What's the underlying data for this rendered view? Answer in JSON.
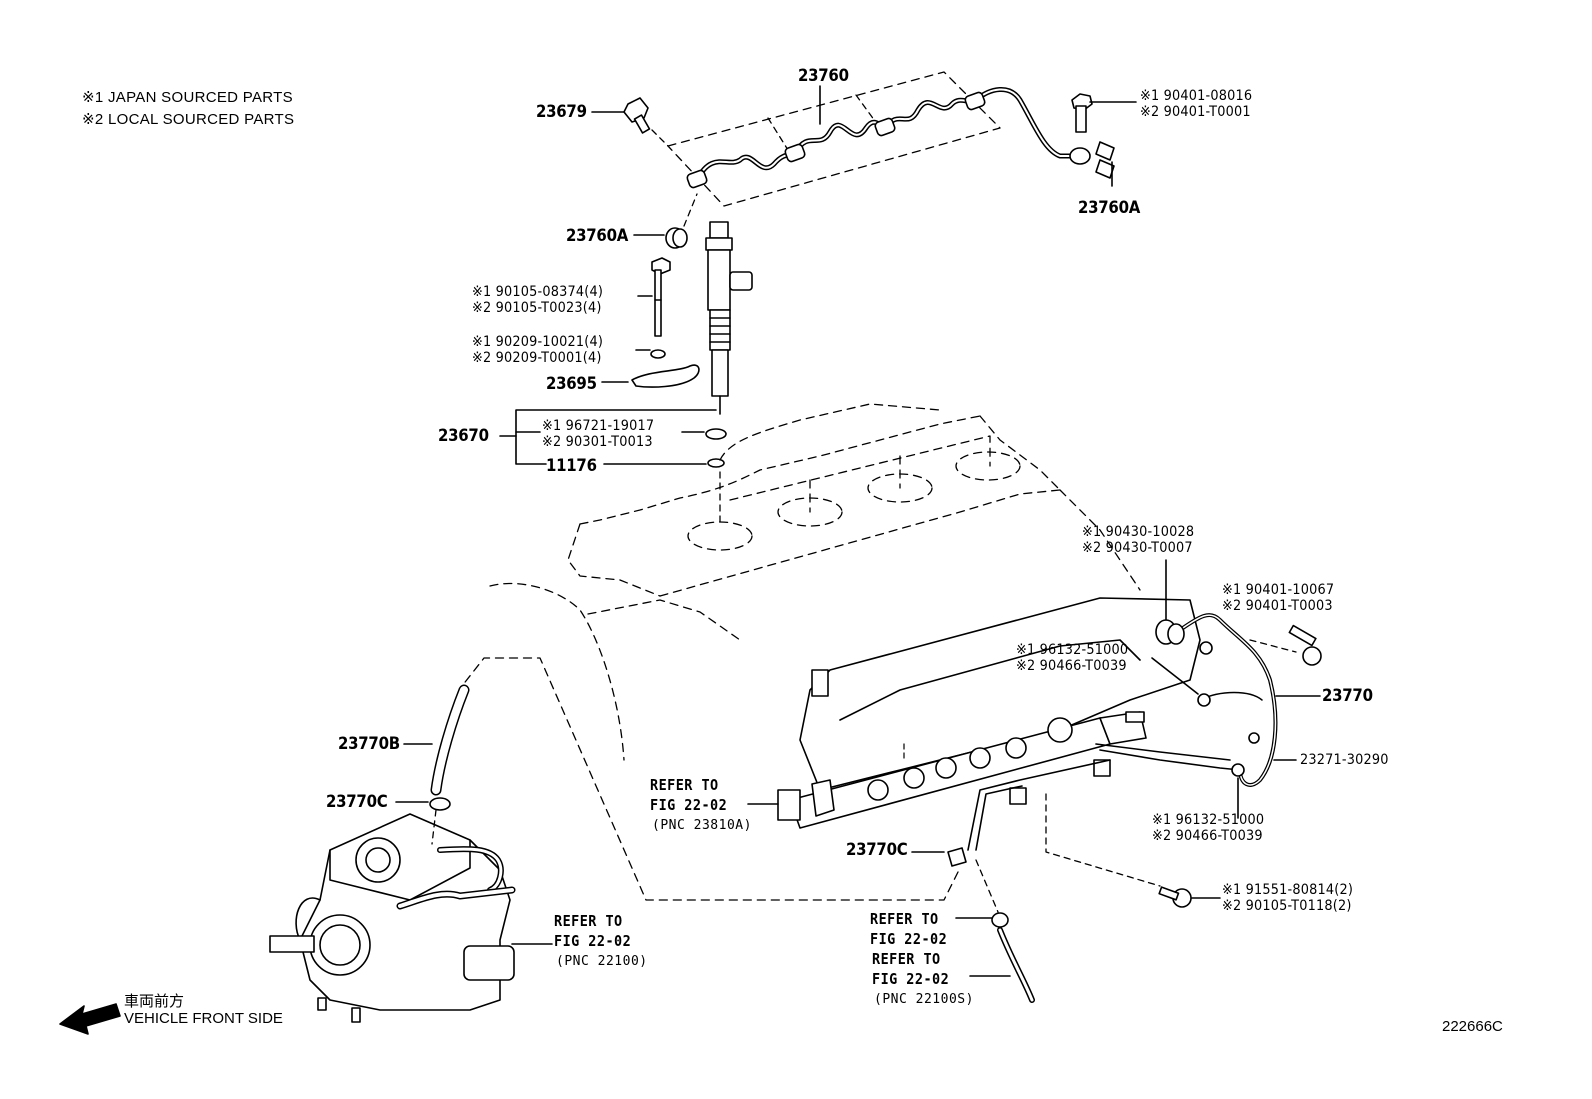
{
  "notes": {
    "japan": "※1 JAPAN SOURCED PARTS",
    "local": "※2 LOCAL SOURCED PARTS"
  },
  "parts": {
    "p23760": "23760",
    "p23679": "23679",
    "p23760A_left": "23760A",
    "p23760A_right": "23760A",
    "p90401_08016": "※1 90401-08016",
    "p90401_T0001": "※2 90401-T0001",
    "p90105_08374": "※1 90105-08374(4)",
    "p90105_T0023": "※2 90105-T0023(4)",
    "p90209_10021": "※1 90209-10021(4)",
    "p90209_T0001": "※2 90209-T0001(4)",
    "p23695": "23695",
    "p23670": "23670",
    "p96721_19017": "※1 96721-19017",
    "p90301_T0013": "※2 90301-T0013",
    "p11176": "11176",
    "p90430_10028": "※1 90430-10028",
    "p90430_T0007": "※2 90430-T0007",
    "p90401_10067": "※1 90401-10067",
    "p90401_T0003": "※2 90401-T0003",
    "p96132_51000_a": "※1 96132-51000",
    "p90466_T0039_a": "※2 90466-T0039",
    "p23770": "23770",
    "p23271_30290": "23271-30290",
    "p96132_51000_b": "※1 96132-51000",
    "p90466_T0039_b": "※2 90466-T0039",
    "p91551_80814": "※1 91551-80814(2)",
    "p90105_T0118": "※2 90105-T0118(2)",
    "p23770B": "23770B",
    "p23770C_left": "23770C",
    "p23770C_mid": "23770C"
  },
  "refs": {
    "r1_line1": "REFER TO",
    "r1_line2": "FIG 22-02",
    "r1_line3": "(PNC 23810A)",
    "r2_line1": "REFER TO",
    "r2_line2": "FIG 22-02",
    "r2_line3": "(PNC 22100)",
    "r3_line1": "REFER TO",
    "r3_line2": "FIG 22-02",
    "r4_line1": "REFER TO",
    "r4_line2": "FIG 22-02",
    "r4_line3": "(PNC 22100S)"
  },
  "front": {
    "jp": "車両前方",
    "en": "VEHICLE FRONT SIDE"
  },
  "figure_code": "222666C"
}
